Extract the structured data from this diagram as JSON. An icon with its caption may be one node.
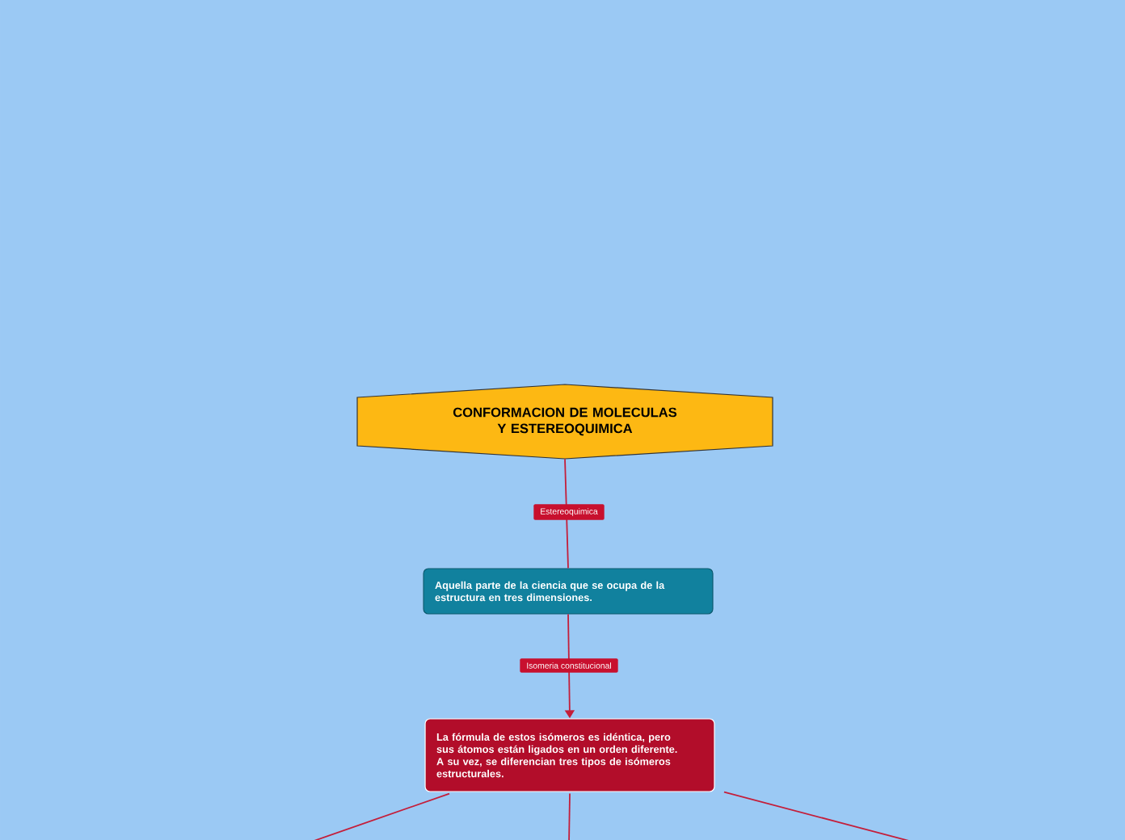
{
  "diagram": {
    "nodes": [
      {
        "text": [
          "CONFORMACION DE MOLECULAS Y ESTEREOQUIMICA"
        ]
      },
      {
        "text": [
          "Aquella parte de la ciencia que se ocupa de la estructura en tres dimensiones."
        ]
      },
      {
        "text": [
          "La fórmula de estos isómeros es idéntica, pero sus átomos están ligados en un orden diferente. A su vez, se diferencian tres tipos de isómeros estructurales."
        ]
      }
    ],
    "edges": [
      {
        "from": 0,
        "to": 1,
        "arrow": "none",
        "label": "Estereoquimica"
      },
      {
        "from": 1,
        "to": 2,
        "arrow": "to",
        "label": "Isomeria constitucional"
      },
      {
        "from": 2,
        "to": null,
        "arrow": "none"
      },
      {
        "from": 2,
        "to": null,
        "arrow": "none"
      },
      {
        "from": 2,
        "to": null,
        "arrow": "none"
      }
    ]
  }
}
